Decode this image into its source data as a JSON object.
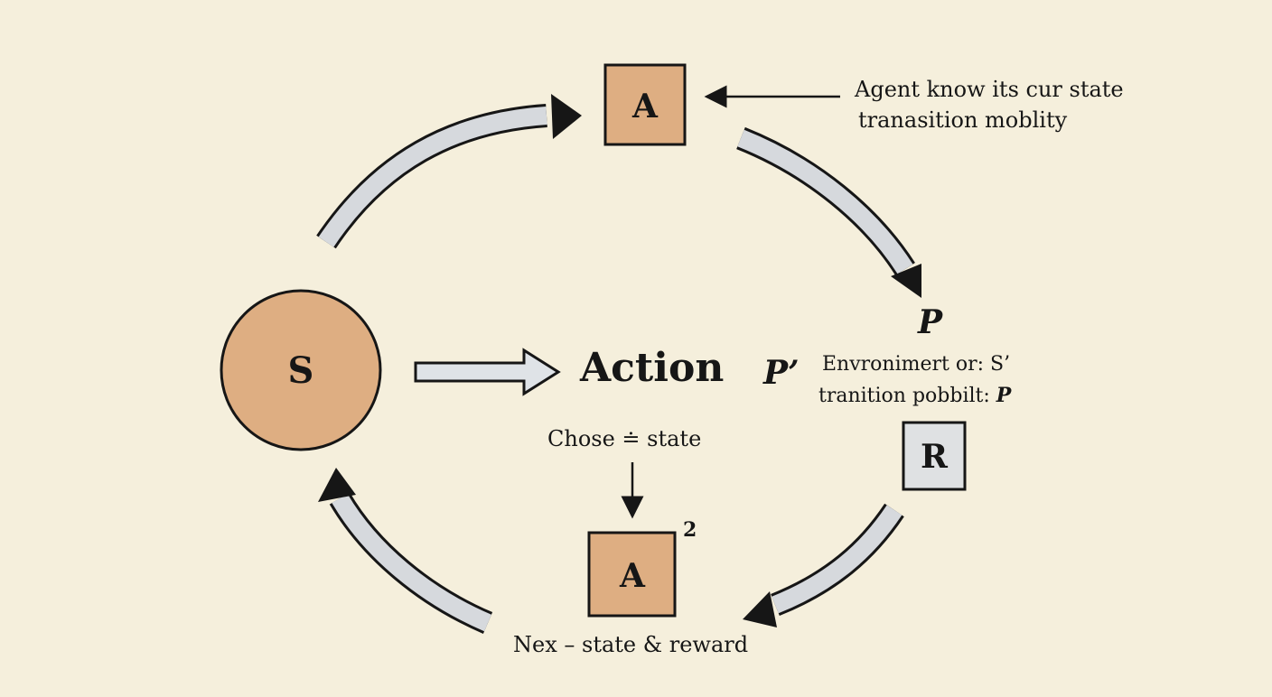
{
  "nodes": {
    "state_circle": "S",
    "top_action_box": "A",
    "reward_box": "R",
    "bottom_action_box": "A"
  },
  "labels": {
    "agent_note_line1": "Agent know its cur state",
    "agent_note_line2": "tranasition moblity",
    "p_top": "P",
    "p_prime": "P’",
    "env_line1": "Envronimert or: S’",
    "env_line2_text": "tranition pobbilt:",
    "env_line2_symbol": "P",
    "action": "Action",
    "chose": "Chose ≐ state",
    "superscript": "2",
    "next": "Nex – state & reward"
  },
  "colors": {
    "background": "#f5efdc",
    "node_fill": "#deae82",
    "reward_fill": "#dfe1e3",
    "arrow_fill": "#d6d9dd",
    "stroke": "#161616"
  }
}
